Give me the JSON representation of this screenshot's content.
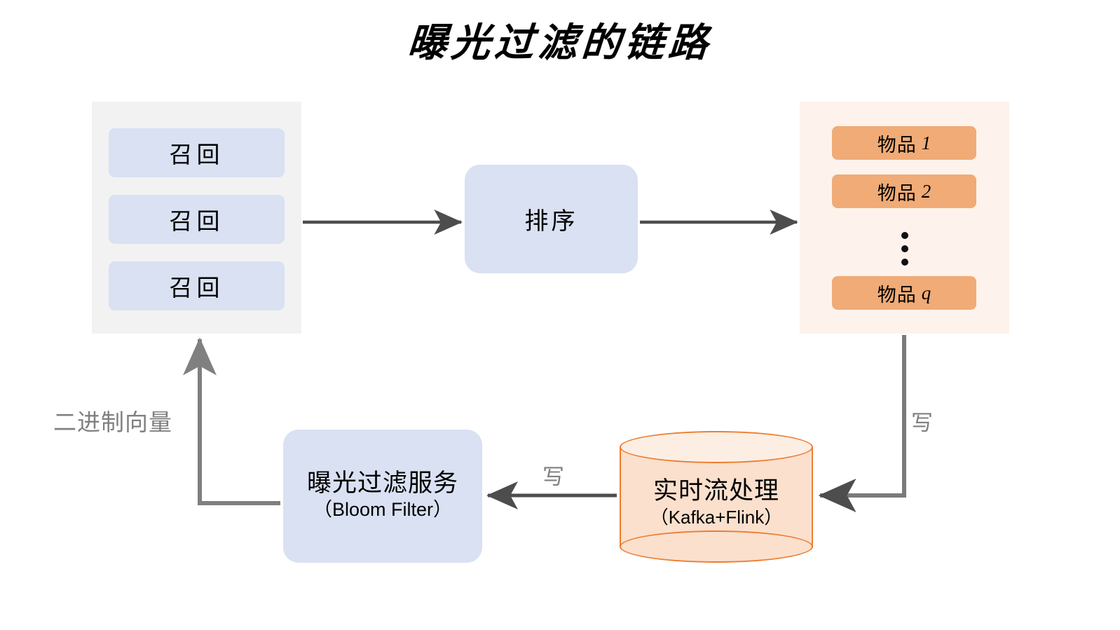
{
  "title": "曝光过滤的链路",
  "colors": {
    "recall_panel_bg": "#f2f2f2",
    "items_panel_bg": "#fdf3ec",
    "blue_box": "#d9e1f2",
    "orange_box": "#f0ab76",
    "cylinder_stroke": "#ed7d31",
    "cylinder_fill": "#fae0cd",
    "arrow_dark": "#4d4d4d",
    "arrow_light": "#808080",
    "label_gray": "#808080"
  },
  "recall_panel": {
    "boxes": [
      {
        "label": "召回"
      },
      {
        "label": "召回"
      },
      {
        "label": "召回"
      }
    ]
  },
  "rank": {
    "label": "排序"
  },
  "items_panel": {
    "boxes": [
      {
        "label": "物品",
        "index": "1"
      },
      {
        "label": "物品",
        "index": "2"
      },
      {
        "label": "物品",
        "index": "q"
      }
    ],
    "ellipsis": "⋮"
  },
  "bloom_filter": {
    "line1": "曝光过滤服务",
    "line2": "（Bloom Filter）"
  },
  "stream_processing": {
    "line1": "实时流处理",
    "line2": "（Kafka+Flink）"
  },
  "edges": [
    {
      "name": "recall-to-rank",
      "label": ""
    },
    {
      "name": "rank-to-items",
      "label": ""
    },
    {
      "name": "items-to-stream",
      "label": "写"
    },
    {
      "name": "stream-to-bloom",
      "label": "写"
    },
    {
      "name": "bloom-to-recall",
      "label": "二进制向量"
    }
  ],
  "labels": {
    "binary_vector": "二进制向量",
    "write_middle": "写",
    "write_right": "写"
  }
}
